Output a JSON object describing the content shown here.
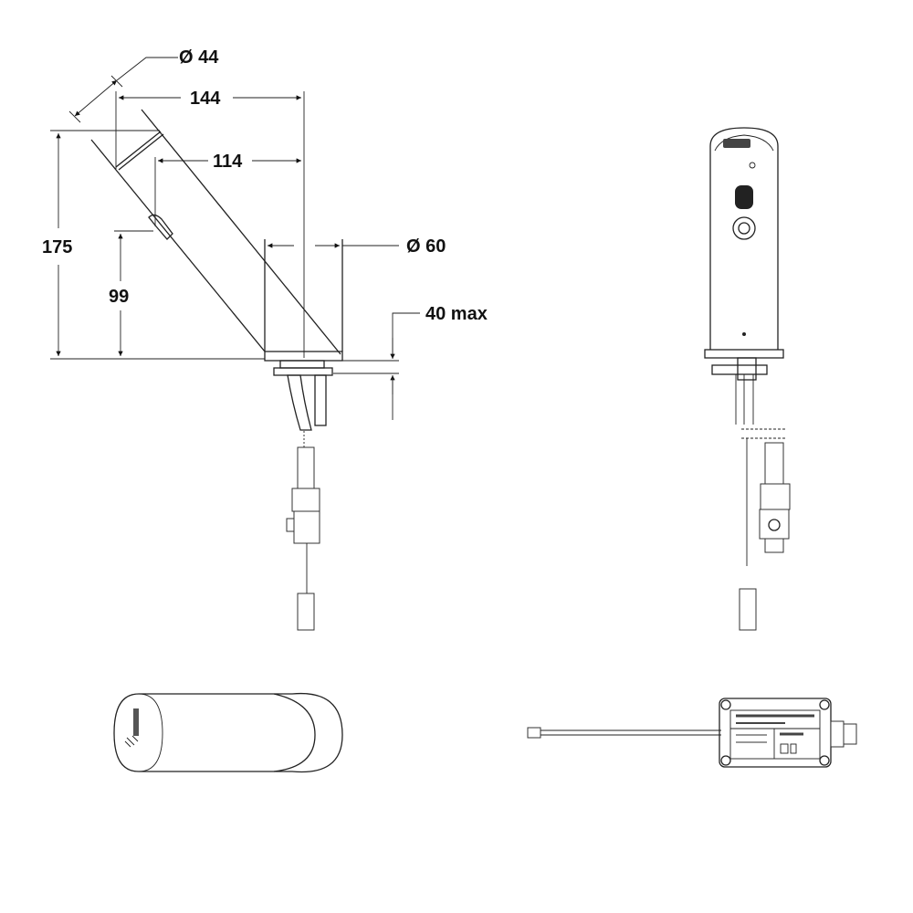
{
  "dimensions": {
    "spout_diameter": "Ø 44",
    "reach_overall": "144",
    "reach_outlet": "114",
    "base_diameter": "Ø 60",
    "height_overall": "175",
    "height_outlet": "99",
    "deck_thickness": "40 max"
  },
  "views": [
    "side-view",
    "front-view",
    "top-view",
    "control-box"
  ]
}
